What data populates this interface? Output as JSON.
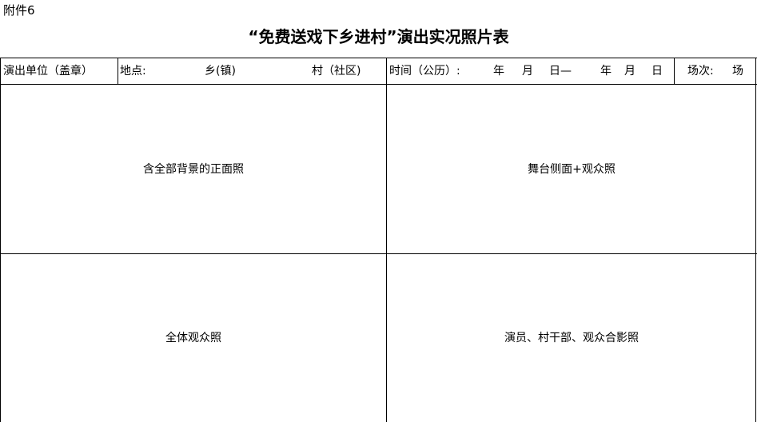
{
  "attachment_label": "附件6",
  "title": "“免费送戏下乡进村”演出实况照片表",
  "header_row": {
    "unit": "演出单位（盖章）",
    "location_label": "地点:",
    "township": "乡(镇)",
    "village": "村（社区)",
    "time_label": "时间（公历）:",
    "year1": "年",
    "month1": "月",
    "day1": "日—",
    "year2": "年",
    "month2": "月",
    "day2": "日",
    "session_label": "场次:",
    "session_unit": "场"
  },
  "photo_cells": {
    "front": "含全部背景的正面照",
    "side": "舞台侧面+观众照",
    "audience": "全体观众照",
    "group": "演员、村干部、观众合影照"
  }
}
